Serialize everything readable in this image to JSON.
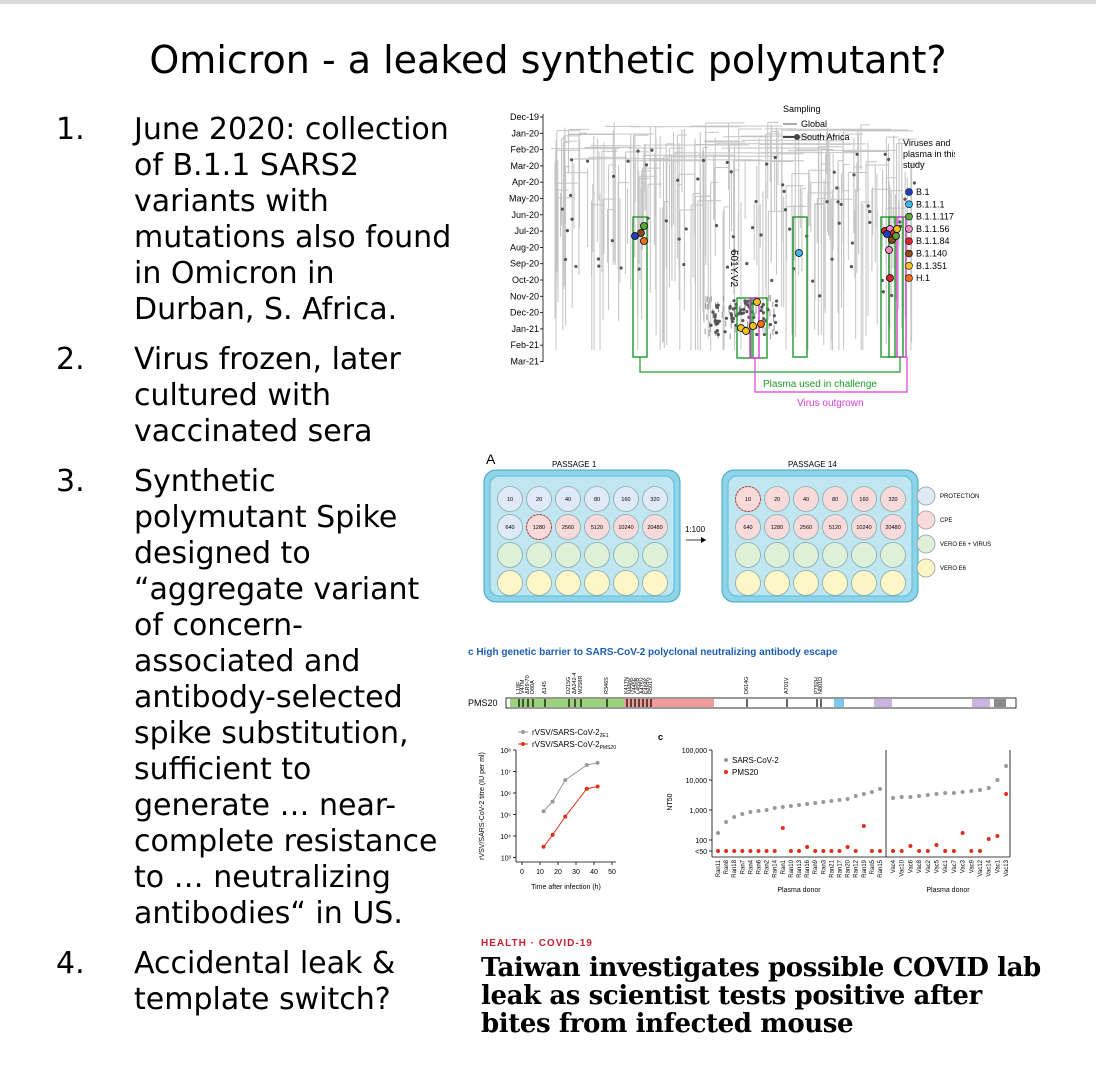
{
  "slide": {
    "title": "Omicron - a leaked synthetic polymutant?",
    "points": [
      {
        "num": "1.",
        "text": "June 2020: collection of  B.1.1 SARS2 variants with mutations also found in Omicron in Durban, S. Africa."
      },
      {
        "num": "2.",
        "text": "Virus frozen, later cultured with vaccinated sera"
      },
      {
        "num": "3.",
        "text": "Synthetic polymutant Spike designed to “aggregate variant of concern-associated and antibody-selected spike substitution, sufficient to generate … near-complete resistance to … neutralizing antibodies“ in US."
      },
      {
        "num": "4.",
        "text": "Accidental leak & template switch?"
      }
    ]
  },
  "tree_figure": {
    "months": [
      "Dec-19",
      "Jan-20",
      "Feb-20",
      "Mar-20",
      "Apr-20",
      "May-20",
      "Jun-20",
      "Jul-20",
      "Aug-20",
      "Sep-20",
      "Oct-20",
      "Nov-20",
      "Dec-20",
      "Jan-21",
      "Feb-21",
      "Mar-21"
    ],
    "sampling_label": "Sampling",
    "legend_global": "Global",
    "legend_sa": "South Africa",
    "viruses_label": "Viruses and plasma in this study",
    "variant_label": "501Y.V2",
    "lineages": [
      {
        "name": "B.1",
        "color": "#1f3fbf"
      },
      {
        "name": "B.1.1.1",
        "color": "#3fb6e8"
      },
      {
        "name": "B.1.1.117",
        "color": "#58a83a"
      },
      {
        "name": "B.1.1.56",
        "color": "#f08bc4"
      },
      {
        "name": "B.1.1.84",
        "color": "#e0202a"
      },
      {
        "name": "B.1.140",
        "color": "#8a4a1a"
      },
      {
        "name": "B.1.351",
        "color": "#f2c21a"
      },
      {
        "name": "H.1",
        "color": "#f0701a"
      }
    ],
    "plasma_label": "Plasma used in challenge",
    "outgrown_label": "Virus outgrown"
  },
  "plate_figure": {
    "panel_label": "A",
    "passage1": "PASSAGE 1",
    "passage14": "PASSAGE 14",
    "dilution": "1:100",
    "row1": [
      "10",
      "20",
      "40",
      "80",
      "160",
      "320"
    ],
    "row2": [
      "640",
      "1280",
      "2560",
      "5120",
      "10240",
      "20480"
    ],
    "legend": [
      {
        "label": "PROTECTION",
        "color": "#dfe9f7"
      },
      {
        "label": "CPE",
        "color": "#f9dadb"
      },
      {
        "label": "VERO E6 + VIRUS",
        "color": "#dff0d8"
      },
      {
        "label": "VERO E6",
        "color": "#fdf7c8"
      }
    ]
  },
  "barrier_figure": {
    "caption": "c High genetic barrier to SARS-CoV-2 polyclonal neutralizing antibody escape",
    "pms_label": "PMS20",
    "mutations": [
      "L18F",
      "V47M",
      "ΔR9-70",
      "D80A",
      "Δ145",
      "D215G",
      "ΔA242-4",
      "W258R",
      "R346S",
      "K417N",
      "N440K",
      "V445E",
      "L455R",
      "A475V",
      "E484K",
      "R501Y",
      "D614G",
      "A701V",
      "P792H",
      "N801D"
    ],
    "panel_c": "c",
    "left_chart": {
      "legend1": "rVSV/SARS-CoV-2",
      "legend1_sub": "2E1",
      "legend2": "rVSV/SARS-CoV-2",
      "legend2_sub": "PMS20",
      "ylabel": "rVSV/SARS-CoV-2 titre (IU per ml)",
      "xlabel": "Time after infection (h)",
      "yticks": [
        "10⁸",
        "10⁷",
        "10⁶",
        "10⁵",
        "10⁴",
        "10³"
      ],
      "xticks": [
        "0",
        "10",
        "20",
        "30",
        "40",
        "50"
      ]
    },
    "right_chart": {
      "ylabel": "NT50",
      "legend1": "SARS-CoV-2",
      "legend2": "PMS20",
      "yticks": [
        "100,000",
        "10,000",
        "1,000",
        "100",
        "<50"
      ],
      "xlabel_left": "Plasma donor",
      "xlabel_right": "Plasma donor",
      "donors_left": [
        "Ran11",
        "Ran8",
        "Ran18",
        "Ran7",
        "Ran4",
        "Ran6",
        "Ran2",
        "Ran14",
        "Ran1",
        "Ran10",
        "Ran13",
        "Ran16",
        "Ran9",
        "Ran3",
        "Ran21",
        "Ran17",
        "Ran20",
        "Ran12",
        "Ran19",
        "Ran5",
        "Ran15"
      ],
      "donors_right": [
        "Vac4",
        "Vac10",
        "Vac6",
        "Vac8",
        "Vac2",
        "Vac5",
        "Vac1",
        "Vac7",
        "Vac3",
        "Vac9",
        "Vac12",
        "Vac14",
        "Vac1",
        "Vac13"
      ]
    }
  },
  "news": {
    "tag": "HEALTH · COVID-19",
    "headline": "Taiwan investigates possible COVID lab leak as scientist tests positive after bites from infected mouse"
  }
}
